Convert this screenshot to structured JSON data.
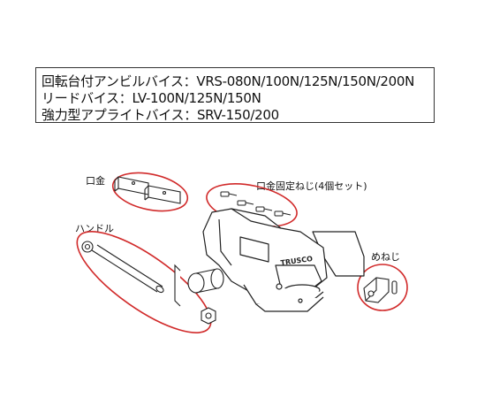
{
  "title_lines": [
    "回転台付アンビルバイス：VRS-080N/100N/125N/150N/200N",
    "リードバイス：LV-100N/125N/150N",
    "強力型アプライトバイス：SRV-150/200"
  ],
  "labels": {
    "jaw": "口金",
    "jaw_screws": "口金固定ねじ(4個セット)",
    "handle": "ハンドル",
    "nut": "めねじ"
  },
  "logo_text": "TRUSCO",
  "colors": {
    "highlight": "#d12a2a",
    "line": "#222222"
  }
}
